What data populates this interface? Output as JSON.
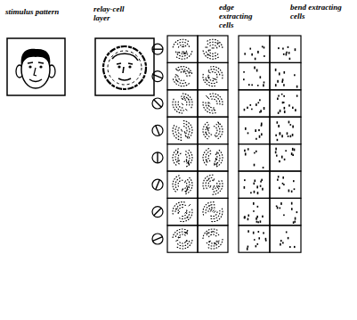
{
  "diagram": {
    "labels": [
      "stimulus pattern",
      "relay-cell layer",
      "edge extracting cells",
      "bend extracting cells"
    ]
  }
}
